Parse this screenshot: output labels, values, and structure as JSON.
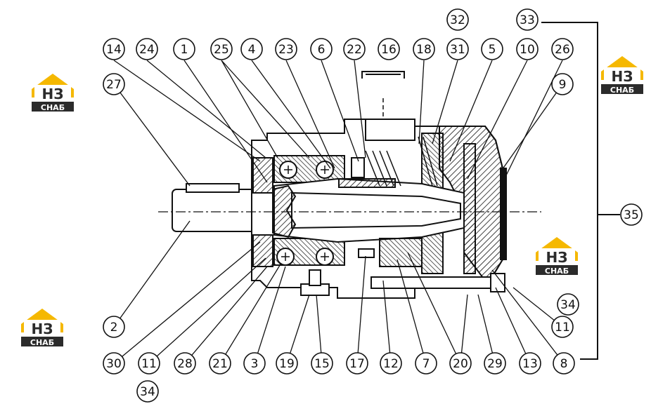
{
  "logo": {
    "mark": "НЗ",
    "caption": "СНАБ",
    "accent_color": "#f5b800",
    "dark_color": "#2b2b2b"
  },
  "callouts": {
    "top": [
      "14",
      "24",
      "1",
      "25",
      "4",
      "23",
      "6",
      "22",
      "16",
      "18",
      "31",
      "5",
      "10",
      "26"
    ],
    "top_upper": [
      "32",
      "33"
    ],
    "left_side": [
      "27",
      "9"
    ],
    "bottom": [
      "2",
      "30",
      "11",
      "28",
      "21",
      "3",
      "19",
      "15",
      "17",
      "12",
      "7",
      "20",
      "29",
      "13",
      "8"
    ],
    "bottom_extra": [
      "34"
    ],
    "right_side": [
      "34",
      "11"
    ],
    "assembly": "35"
  },
  "line_color": "#111111"
}
